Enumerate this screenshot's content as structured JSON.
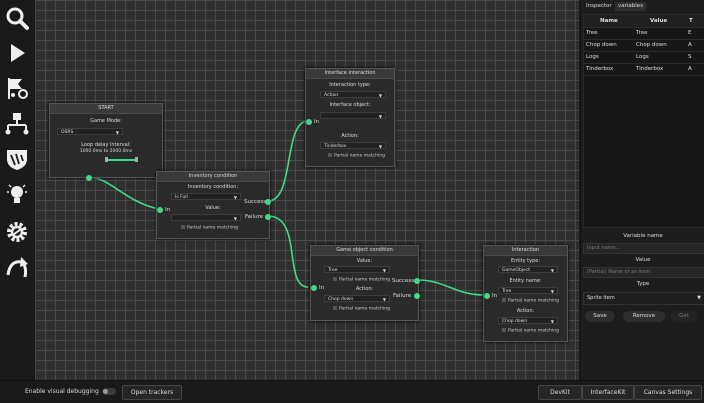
{
  "toolbar": {
    "tools": [
      {
        "icon": "search-icon"
      },
      {
        "icon": "play-icon"
      },
      {
        "icon": "flag-icon"
      },
      {
        "icon": "hierarchy-icon"
      },
      {
        "icon": "shield-icon"
      },
      {
        "icon": "lightbulb-icon"
      },
      {
        "icon": "gear-icon"
      },
      {
        "icon": "arrow-icon"
      }
    ]
  },
  "nodes": {
    "start": {
      "title": "START",
      "game_mode_label": "Game Mode:",
      "game_mode_value": "OSRS",
      "loop_delay_label": "Loop delay interval:",
      "loop_delay_value": "1000.0ms to 2000.0ms"
    },
    "inventory": {
      "title": "Inventory condition",
      "cond_label": "Inventory condition:",
      "cond_value": "Is Full",
      "value_label": "Value:",
      "value_value": "",
      "partial": "Partial name matching",
      "in": "In",
      "success": "Success",
      "failure": "Failure"
    },
    "interface": {
      "title": "Interface interaction",
      "type_label": "Interaction type:",
      "type_value": "Action",
      "object_label": "Interface object:",
      "object_value": "",
      "action_label": "Action:",
      "action_value": "Tinderbox",
      "partial": "Partial name matching",
      "in": "In"
    },
    "gameobject": {
      "title": "Game object condition",
      "value_label": "Value:",
      "value_value": "Tree",
      "partial1": "Partial name matching",
      "action_label": "Action:",
      "action_value": "Chop down",
      "partial2": "Partial name matching",
      "in": "In",
      "success": "Success",
      "failure": "Failure"
    },
    "interaction": {
      "title": "Interaction",
      "entity_type_label": "Entity type:",
      "entity_type_value": "GameObject",
      "entity_name_label": "Entity name:",
      "entity_name_value": "Tree",
      "partial1": "Partial name matching",
      "action_label": "Action:",
      "action_value": "Chop down",
      "partial2": "Partial name matching",
      "in": "In"
    }
  },
  "panel": {
    "tabs": [
      "Inspector",
      "variables"
    ],
    "columns": [
      "Name",
      "Value",
      "T"
    ],
    "rows": [
      {
        "name": "Tree",
        "value": "Tree",
        "t": "E"
      },
      {
        "name": "Chop down",
        "value": "Chop down",
        "t": "A"
      },
      {
        "name": "Logs",
        "value": "Logs",
        "t": "S"
      },
      {
        "name": "Tinderbox",
        "value": "Tinderbox",
        "t": "A"
      }
    ],
    "variable_name_label": "Variable name",
    "variable_name_placeholder": "Input name...",
    "value_label": "Value",
    "value_placeholder": "(Partial) Name of an item",
    "type_label": "Type",
    "type_value": "Sprite item",
    "save": "Save",
    "remove": "Remove",
    "get": "Get"
  },
  "bottom": {
    "debug_label": "Enable visual debugging",
    "open_trackers": "Open trackers",
    "devkit": "DevKit",
    "interfacekit": "InterfaceKit",
    "canvas_settings": "Canvas Settings"
  },
  "colors": {
    "accent": "#3ddc84",
    "background": "#2f2f2f",
    "grid": "#4a4a4a"
  }
}
